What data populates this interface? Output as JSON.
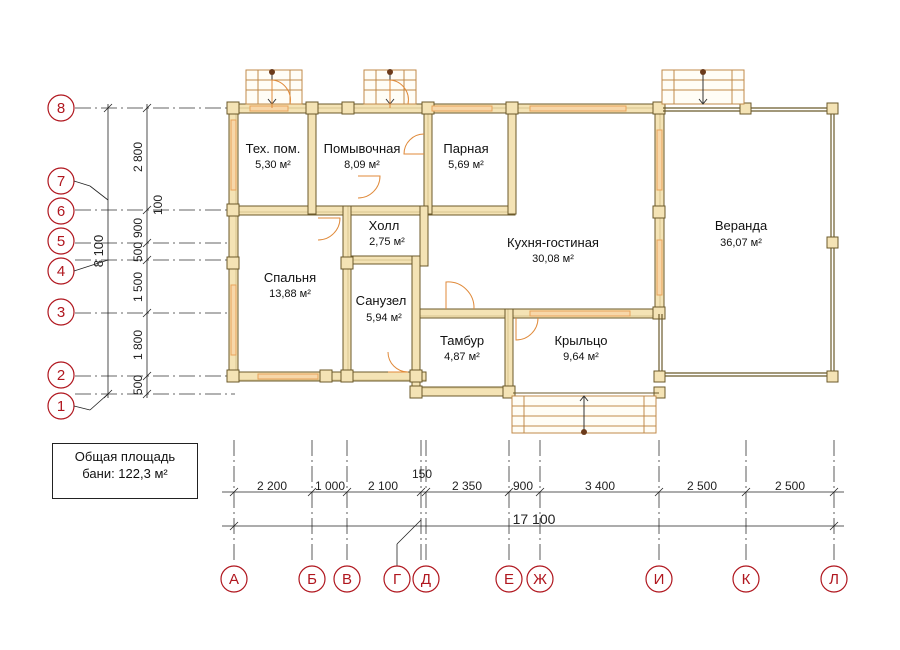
{
  "rooms": [
    {
      "name": "Тех. пом.",
      "area": "5,30 м²"
    },
    {
      "name": "Помывочная",
      "area": "8,09 м²"
    },
    {
      "name": "Парная",
      "area": "5,69 м²"
    },
    {
      "name": "Холл",
      "area": "2,75 м²"
    },
    {
      "name": "Кухня-гостиная",
      "area": "30,08 м²"
    },
    {
      "name": "Веранда",
      "area": "36,07 м²"
    },
    {
      "name": "Спальня",
      "area": "13,88 м²"
    },
    {
      "name": "Санузел",
      "area": "5,94 м²"
    },
    {
      "name": "Тамбур",
      "area": "4,87 м²"
    },
    {
      "name": "Крыльцо",
      "area": "9,64 м²"
    }
  ],
  "total": {
    "line1": "Общая площадь",
    "line2": "бани: 122,3 м²"
  },
  "horizontal_dims": [
    "2 200",
    "1 000",
    "2 100",
    "150",
    "2 350",
    "900",
    "3 400",
    "2 500",
    "2 500"
  ],
  "overall_width": "17 100",
  "vertical_dims": [
    "2 800",
    "100",
    "900",
    "500",
    "1 500",
    "1 800",
    "500"
  ],
  "overall_height": "8 100",
  "column_axes": [
    "А",
    "Б",
    "В",
    "Г",
    "Д",
    "Е",
    "Ж",
    "И",
    "К",
    "Л"
  ],
  "row_axes": [
    "8",
    "7",
    "6",
    "5",
    "4",
    "3",
    "2",
    "1"
  ],
  "colors": {
    "wall": "#f4e3b5",
    "wall_line": "#6b5a2a",
    "axis_red": "#b0161e",
    "window": "#e8a35a"
  }
}
